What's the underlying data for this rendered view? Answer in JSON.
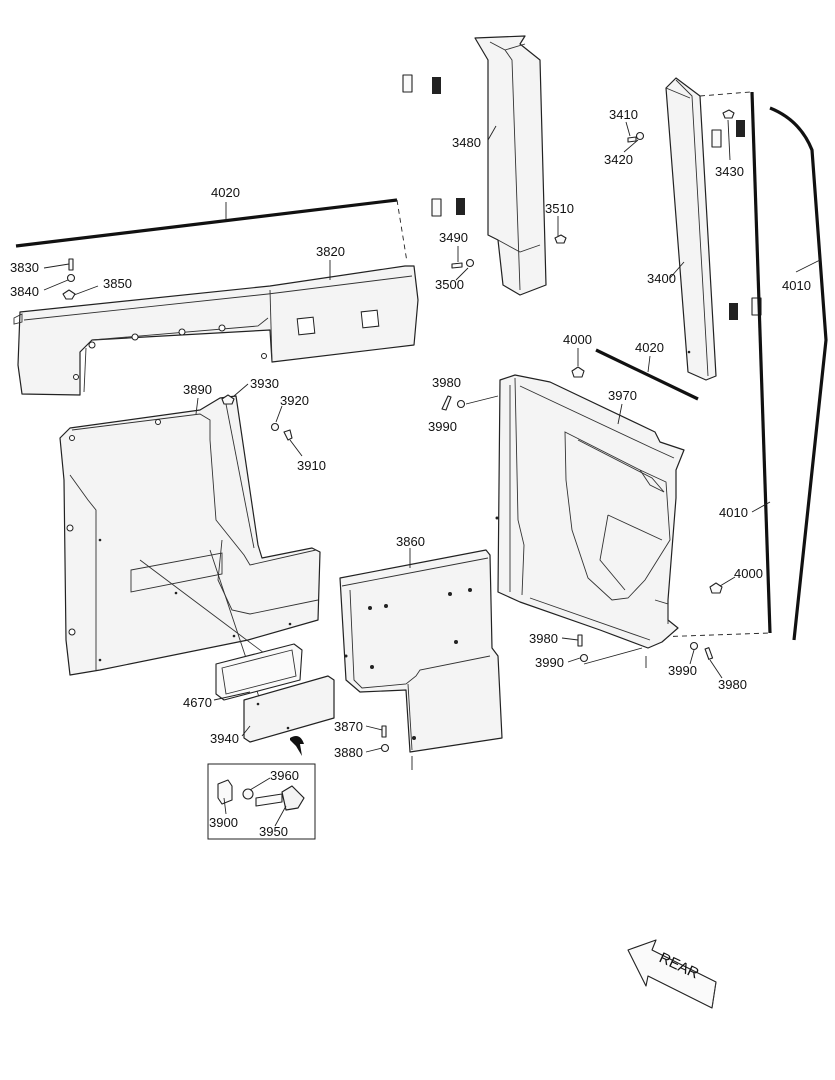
{
  "labels": {
    "l4020a": "4020",
    "l3830": "3830",
    "l3840": "3840",
    "l3850": "3850",
    "l3820": "3820",
    "l3480": "3480",
    "l3510": "3510",
    "l3490": "3490",
    "l3500": "3500",
    "l3410": "3410",
    "l3420": "3420",
    "l3430": "3430",
    "l3400": "3400",
    "l4010a": "4010",
    "l4000a": "4000",
    "l4020b": "4020",
    "l3980a": "3980",
    "l3990a": "3990",
    "l3970": "3970",
    "l3890": "3890",
    "l3930": "3930",
    "l3920": "3920",
    "l3910": "3910",
    "l4010b": "4010",
    "l4000b": "4000",
    "l3860": "3860",
    "l3980b": "3980",
    "l3990b": "3990",
    "l3990c": "3990",
    "l3980c": "3980",
    "l4670": "4670",
    "l3940": "3940",
    "l3870": "3870",
    "l3880": "3880",
    "l3960": "3960",
    "l3900": "3900",
    "l3950": "3950",
    "rear": "REAR"
  },
  "colors": {
    "line": "#222222",
    "fill": "#f4f4f4",
    "background": "#ffffff"
  }
}
